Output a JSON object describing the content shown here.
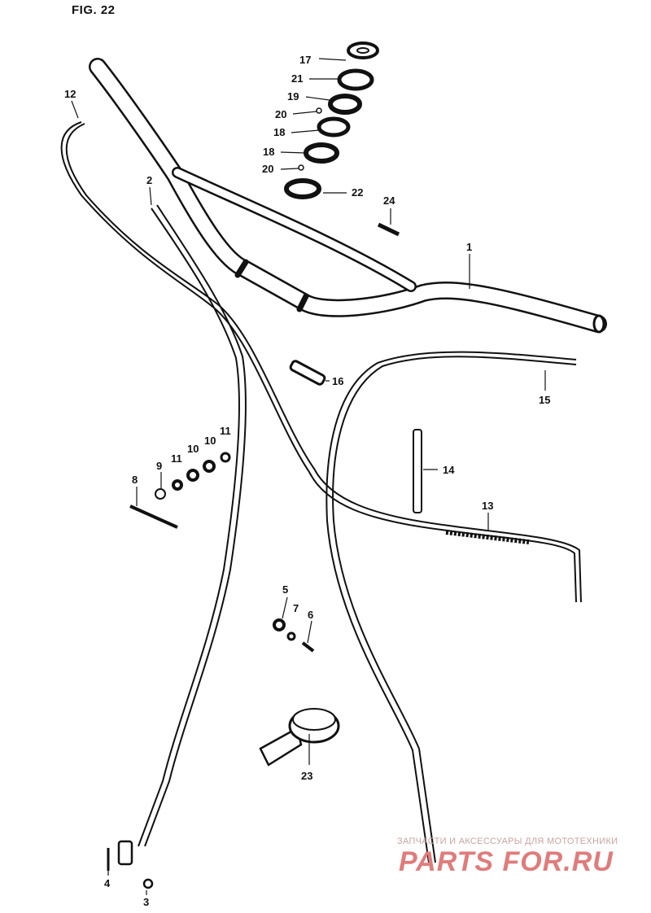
{
  "figure": {
    "title": "FIG. 22"
  },
  "callouts": [
    {
      "id": "c17",
      "label": "17"
    },
    {
      "id": "c21",
      "label": "21"
    },
    {
      "id": "c19",
      "label": "19"
    },
    {
      "id": "c20a",
      "label": "20"
    },
    {
      "id": "c18a",
      "label": "18"
    },
    {
      "id": "c18b",
      "label": "18"
    },
    {
      "id": "c20b",
      "label": "20"
    },
    {
      "id": "c22",
      "label": "22"
    },
    {
      "id": "c24",
      "label": "24"
    },
    {
      "id": "c1",
      "label": "1"
    },
    {
      "id": "c12",
      "label": "12"
    },
    {
      "id": "c2",
      "label": "2"
    },
    {
      "id": "c16",
      "label": "16"
    },
    {
      "id": "c15",
      "label": "15"
    },
    {
      "id": "c14",
      "label": "14"
    },
    {
      "id": "c13",
      "label": "13"
    },
    {
      "id": "c8",
      "label": "8"
    },
    {
      "id": "c9",
      "label": "9"
    },
    {
      "id": "c11a",
      "label": "11"
    },
    {
      "id": "c10a",
      "label": "10"
    },
    {
      "id": "c10b",
      "label": "10"
    },
    {
      "id": "c11b",
      "label": "11"
    },
    {
      "id": "c5",
      "label": "5"
    },
    {
      "id": "c7",
      "label": "7"
    },
    {
      "id": "c6",
      "label": "6"
    },
    {
      "id": "c23",
      "label": "23"
    },
    {
      "id": "c4",
      "label": "4"
    },
    {
      "id": "c3",
      "label": "3"
    }
  ],
  "watermark": {
    "tagline": "ЗАПЧАСТИ И АКСЕССУАРЫ ДЛЯ МОТОТЕХНИКИ",
    "logo": "PARTS FOR.RU"
  }
}
